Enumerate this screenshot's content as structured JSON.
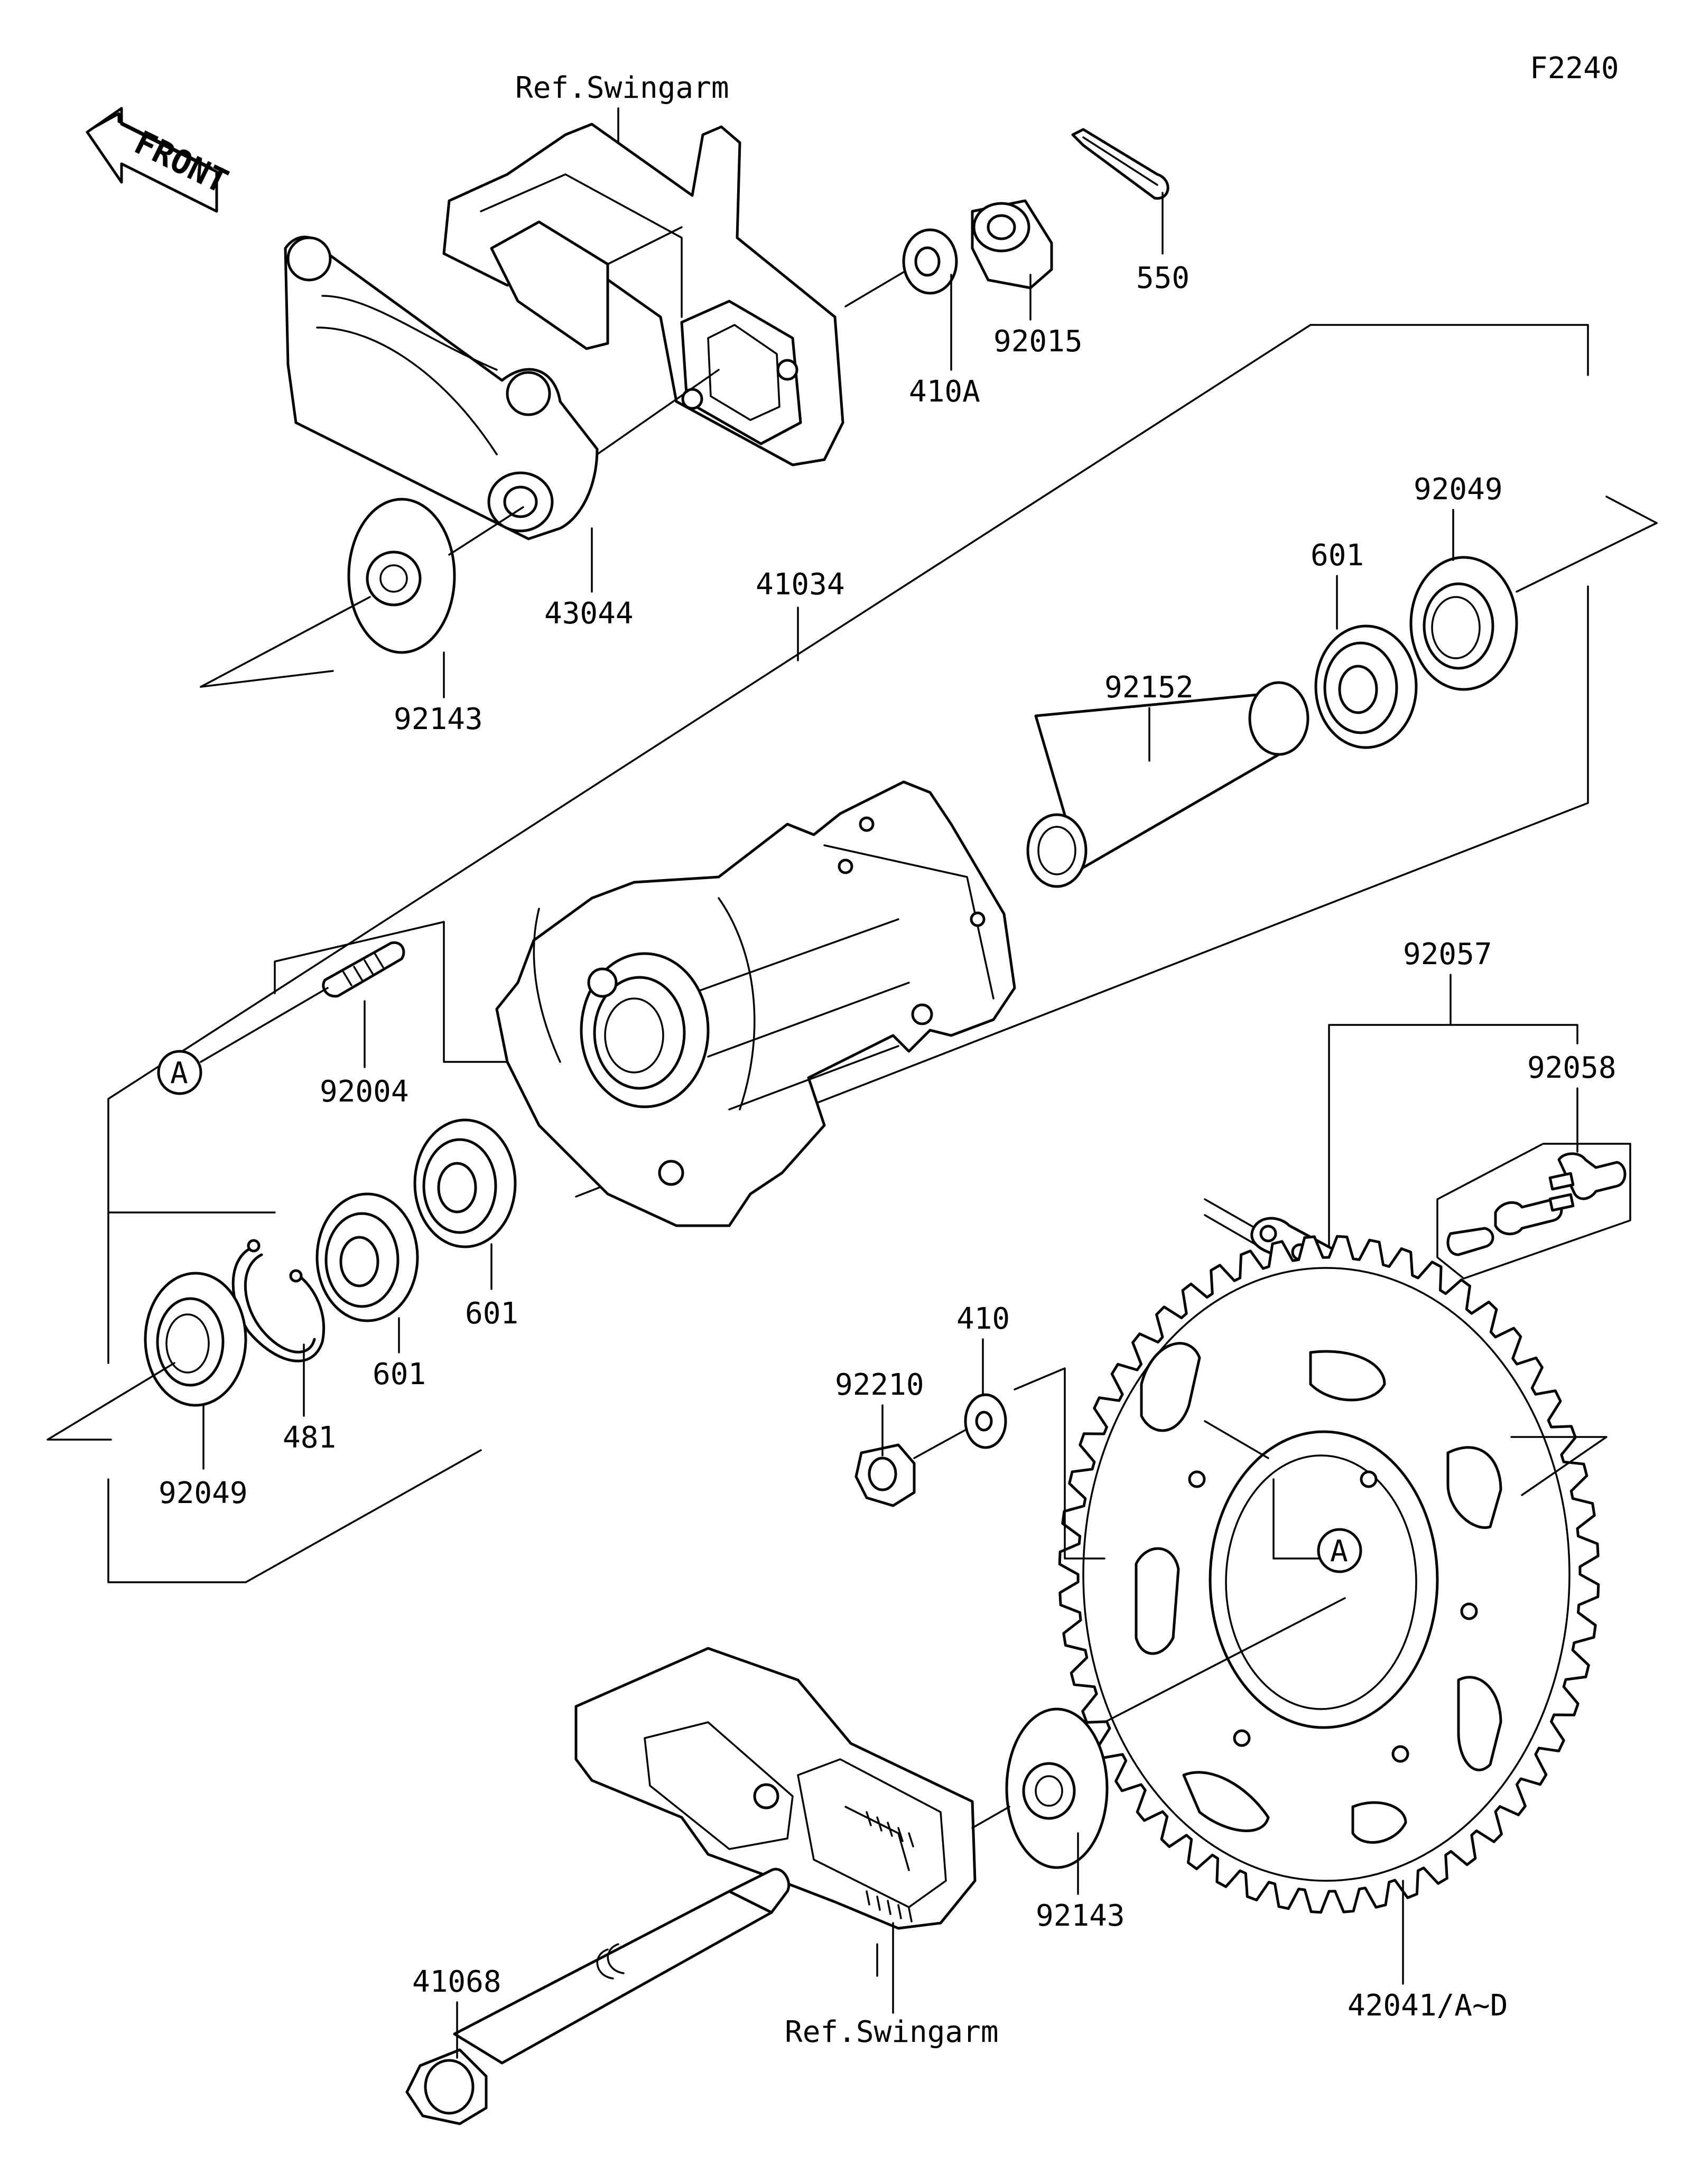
{
  "figure_code": "F2240",
  "front_arrow": {
    "text": "FRONT"
  },
  "labels": {
    "ref_swingarm_top": "Ref.Swingarm",
    "ref_swingarm_bottom": "Ref.Swingarm",
    "p550": "550",
    "p92015": "92015",
    "p410A": "410A",
    "p43044": "43044",
    "p92143_top": "92143",
    "p41034": "41034",
    "p92049_top": "92049",
    "p601_top": "601",
    "p92152": "92152",
    "p92004": "92004",
    "callout_a_left": "A",
    "p601_mid": "601",
    "p601_low": "601",
    "p481": "481",
    "p92049_bottom": "92049",
    "p92057": "92057",
    "p92058": "92058",
    "p410": "410",
    "p92210": "92210",
    "callout_a_right": "A",
    "p92143_bottom": "92143",
    "p42041": "42041/A~D",
    "p41068": "41068"
  }
}
